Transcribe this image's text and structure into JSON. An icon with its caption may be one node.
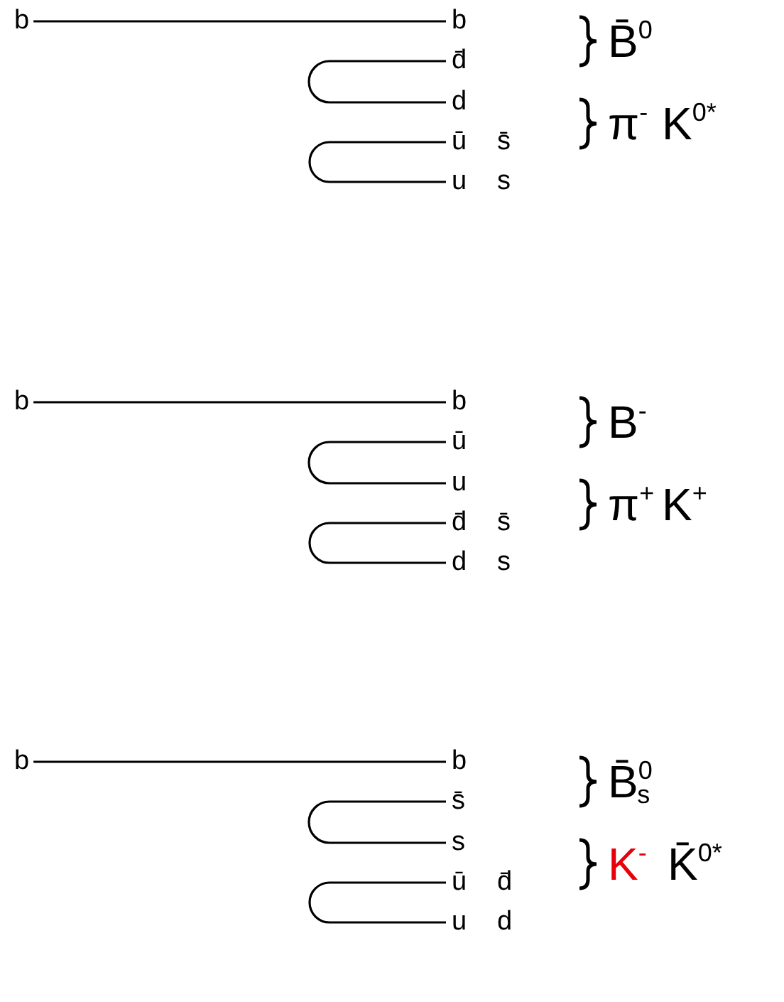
{
  "diagram": {
    "nodes": [
      {
        "text": [
          "b"
        ]
      },
      {
        "text": [
          "b"
        ]
      },
      {
        "text": [
          "d̄"
        ]
      },
      {
        "text": [
          "d"
        ]
      },
      {
        "text": [
          "ū"
        ]
      },
      {
        "text": [
          "u"
        ]
      },
      {
        "text": [
          "b"
        ]
      },
      {
        "text": [
          "b"
        ]
      },
      {
        "text": [
          "ū"
        ]
      },
      {
        "text": [
          "u"
        ]
      },
      {
        "text": [
          "d̄"
        ]
      },
      {
        "text": [
          "d"
        ]
      },
      {
        "text": [
          "b"
        ]
      },
      {
        "text": [
          "b"
        ]
      },
      {
        "text": [
          "s̄"
        ]
      },
      {
        "text": [
          "s"
        ]
      },
      {
        "text": [
          "ū"
        ]
      },
      {
        "text": [
          "u"
        ]
      }
    ],
    "edges": [
      {
        "from": 0,
        "to": 1,
        "arrow": "none"
      },
      {
        "from": 2,
        "to": 3,
        "arrow": "none"
      },
      {
        "from": 4,
        "to": 5,
        "arrow": "none"
      },
      {
        "from": 6,
        "to": 7,
        "arrow": "none"
      },
      {
        "from": 8,
        "to": 9,
        "arrow": "none"
      },
      {
        "from": 10,
        "to": 11,
        "arrow": "none"
      },
      {
        "from": 12,
        "to": 13,
        "arrow": "none"
      },
      {
        "from": 14,
        "to": 15,
        "arrow": "none"
      },
      {
        "from": 16,
        "to": 17,
        "arrow": "none"
      }
    ],
    "labels": [
      "B̄$^{0}$",
      "π$^{-}$",
      "K$^{0*}$",
      "s̄",
      "s",
      "B$^{-}$",
      "π$^{+}$",
      "K$^{+}$",
      "s̄",
      "s",
      "B̄$^{0}$$_{s}$",
      "K$^{-}$",
      "K̄$^{0*}$",
      "d̄",
      "d"
    ]
  }
}
